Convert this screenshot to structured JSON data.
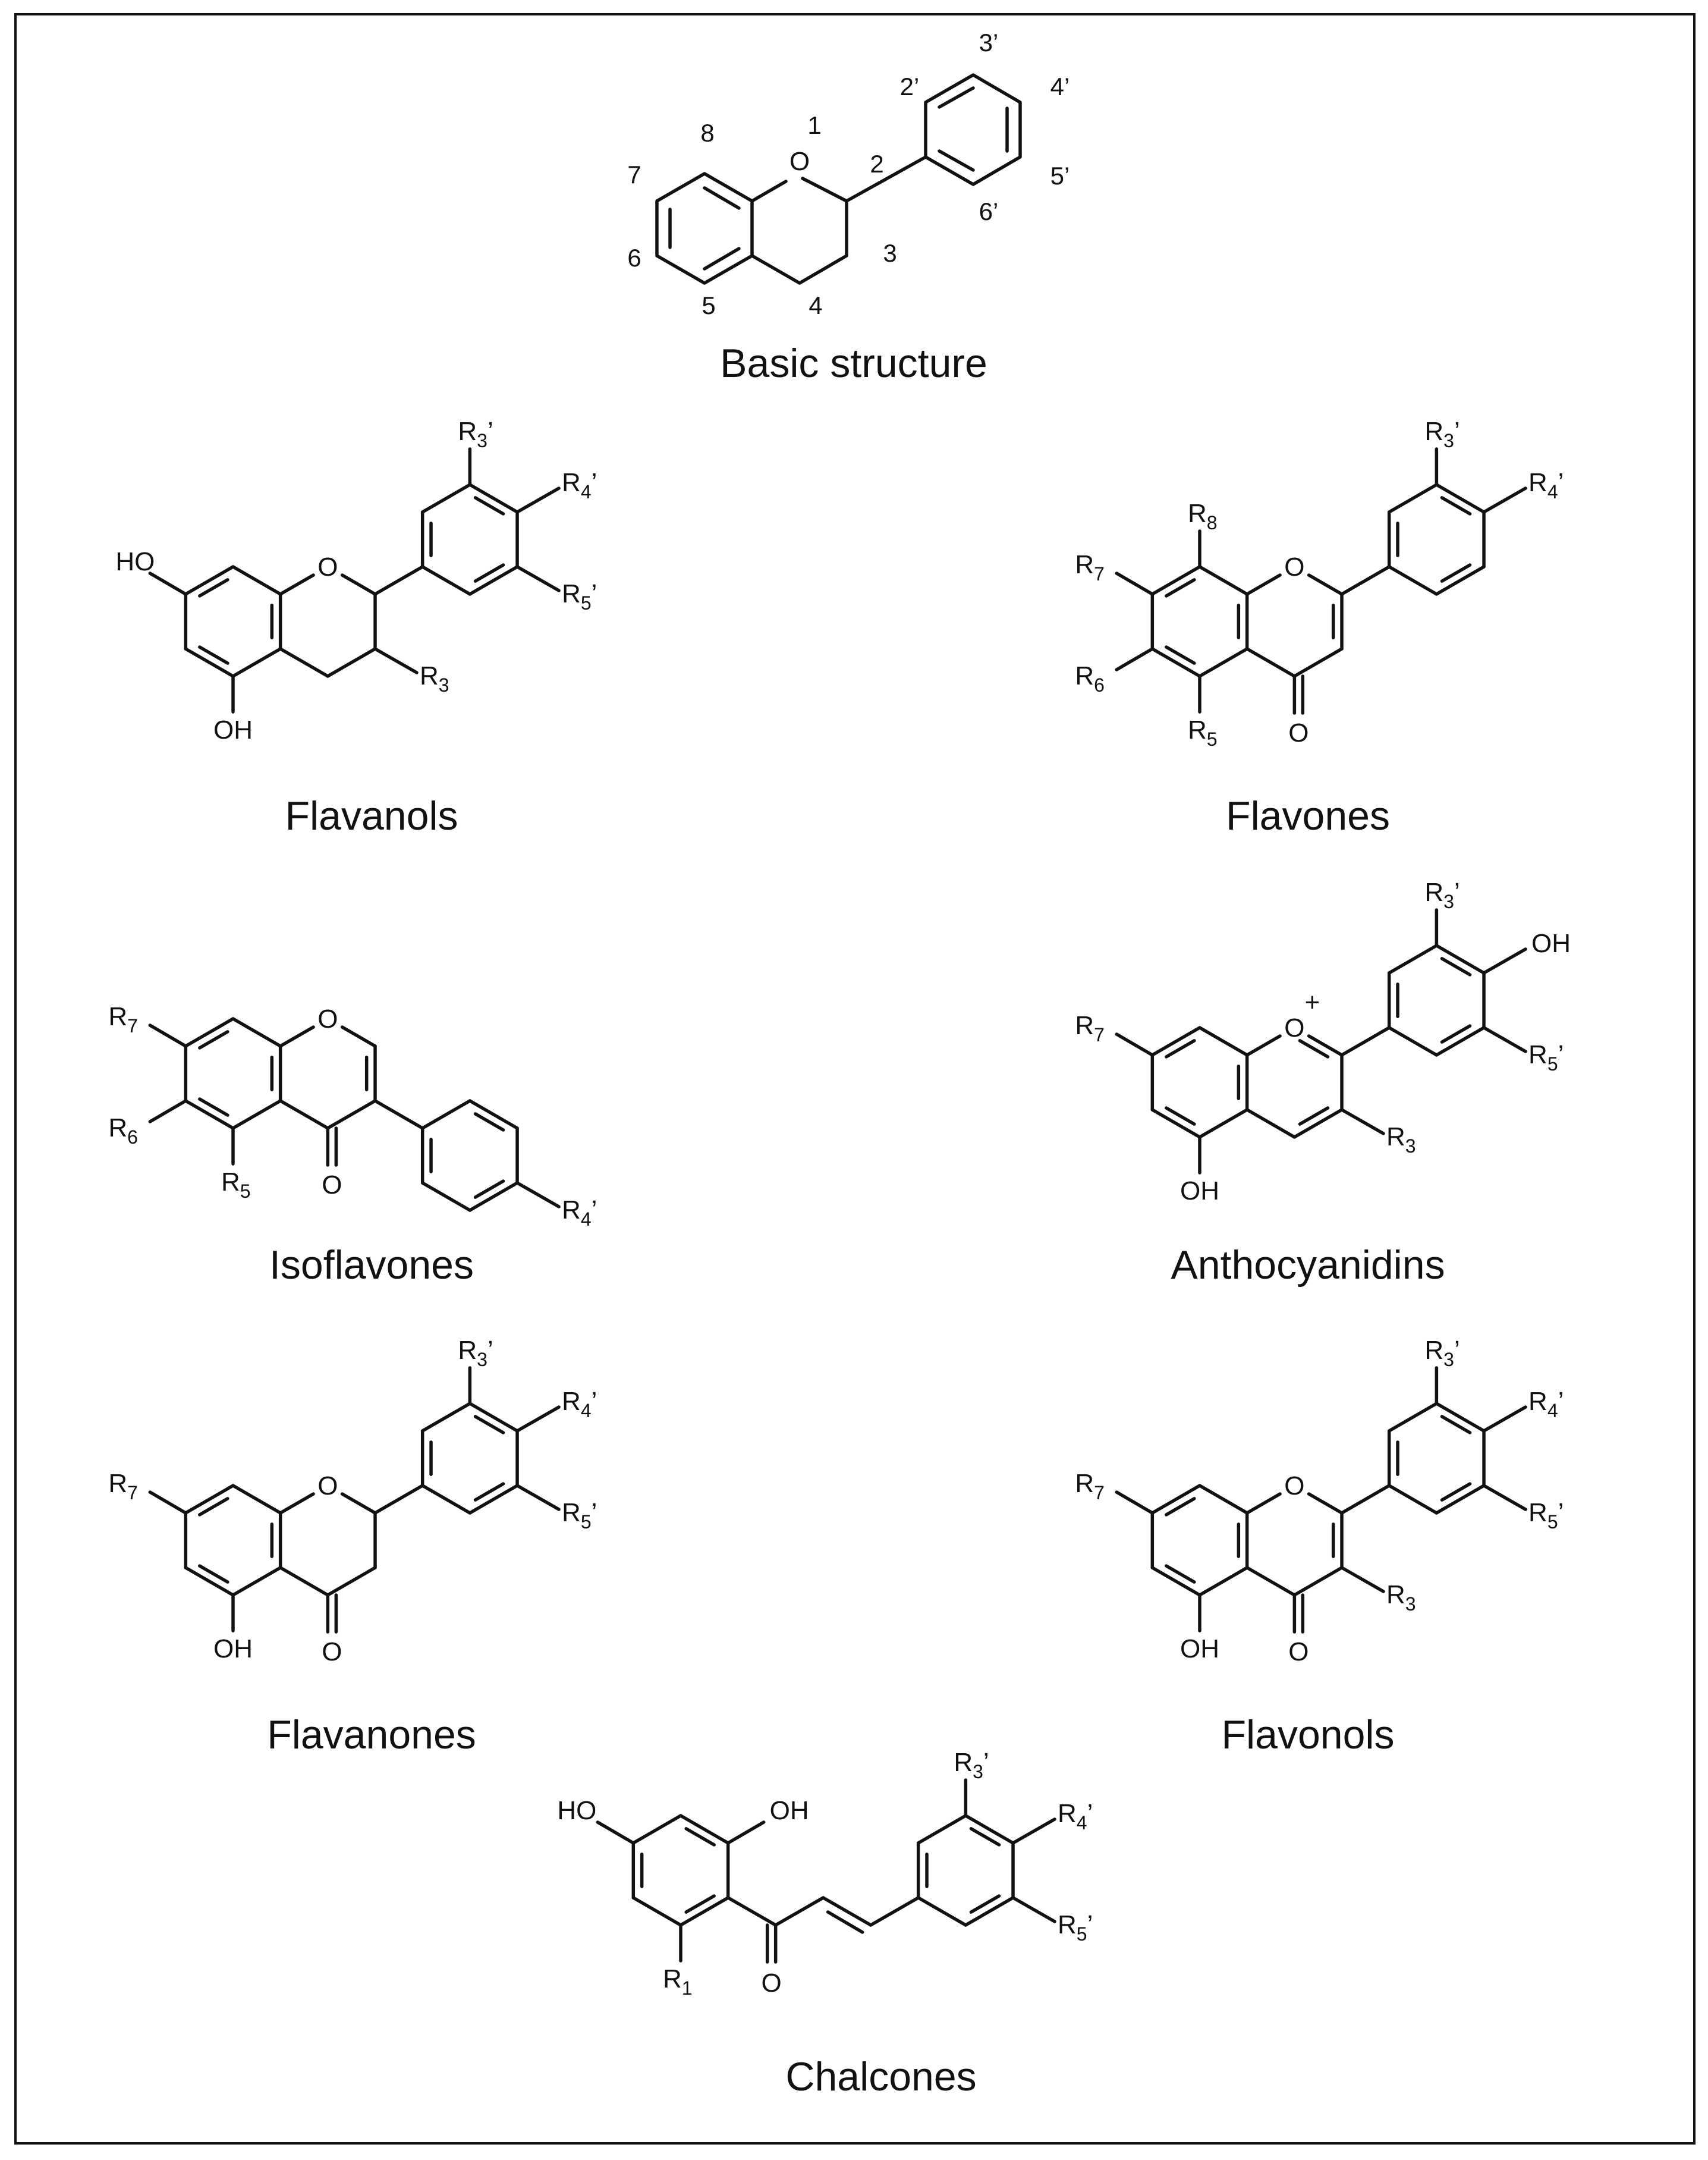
{
  "structures": [
    {
      "id": "basic",
      "name": "Basic structure",
      "numbers": {
        "n1": "1",
        "n2": "2",
        "n3": "3",
        "n4": "4",
        "n5": "5",
        "n6": "6",
        "n7": "7",
        "n8": "8",
        "p2": "2’",
        "p3": "3’",
        "p4": "4’",
        "p5": "5’",
        "p6": "6’"
      },
      "atoms": {
        "O1": "O"
      }
    },
    {
      "id": "flavanols",
      "name": "Flavanols",
      "atoms": {
        "HO": "HO",
        "O": "O",
        "OH": "OH"
      },
      "r": [
        {
          "base": "R",
          "sub": "3",
          "prime": "’"
        },
        {
          "base": "R",
          "sub": "4",
          "prime": "’"
        },
        {
          "base": "R",
          "sub": "5",
          "prime": "’"
        },
        {
          "base": "R",
          "sub": "3",
          "prime": ""
        }
      ]
    },
    {
      "id": "flavones",
      "name": "Flavones",
      "atoms": {
        "O": "O",
        "Ocarb": "O"
      },
      "r": [
        {
          "base": "R",
          "sub": "3",
          "prime": "’"
        },
        {
          "base": "R",
          "sub": "4",
          "prime": "’"
        },
        {
          "base": "R",
          "sub": "8",
          "prime": ""
        },
        {
          "base": "R",
          "sub": "7",
          "prime": ""
        },
        {
          "base": "R",
          "sub": "6",
          "prime": ""
        },
        {
          "base": "R",
          "sub": "5",
          "prime": ""
        }
      ]
    },
    {
      "id": "isoflavones",
      "name": "Isoflavones",
      "atoms": {
        "O": "O",
        "Ocarb": "O"
      },
      "r": [
        {
          "base": "R",
          "sub": "7",
          "prime": ""
        },
        {
          "base": "R",
          "sub": "6",
          "prime": ""
        },
        {
          "base": "R",
          "sub": "5",
          "prime": ""
        },
        {
          "base": "R",
          "sub": "4",
          "prime": "’"
        }
      ]
    },
    {
      "id": "anthocyanidins",
      "name": "Anthocyanidins",
      "atoms": {
        "O": "O",
        "plus": "+",
        "OH4": "OH",
        "OH5": "OH"
      },
      "r": [
        {
          "base": "R",
          "sub": "3",
          "prime": "’"
        },
        {
          "base": "R",
          "sub": "5",
          "prime": "’"
        },
        {
          "base": "R",
          "sub": "7",
          "prime": ""
        },
        {
          "base": "R",
          "sub": "3",
          "prime": ""
        }
      ]
    },
    {
      "id": "flavanones",
      "name": "Flavanones",
      "atoms": {
        "O": "O",
        "Ocarb": "O",
        "OH": "OH"
      },
      "r": [
        {
          "base": "R",
          "sub": "3",
          "prime": "’"
        },
        {
          "base": "R",
          "sub": "4",
          "prime": "’"
        },
        {
          "base": "R",
          "sub": "5",
          "prime": "’"
        },
        {
          "base": "R",
          "sub": "7",
          "prime": ""
        }
      ]
    },
    {
      "id": "flavonols",
      "name": "Flavonols",
      "atoms": {
        "O": "O",
        "Ocarb": "O",
        "OH": "OH"
      },
      "r": [
        {
          "base": "R",
          "sub": "3",
          "prime": "’"
        },
        {
          "base": "R",
          "sub": "4",
          "prime": "’"
        },
        {
          "base": "R",
          "sub": "5",
          "prime": "’"
        },
        {
          "base": "R",
          "sub": "7",
          "prime": ""
        },
        {
          "base": "R",
          "sub": "3",
          "prime": ""
        }
      ]
    },
    {
      "id": "chalcones",
      "name": "Chalcones",
      "atoms": {
        "HO": "HO",
        "OH": "OH",
        "Ocarb": "O"
      },
      "r": [
        {
          "base": "R",
          "sub": "1",
          "prime": ""
        },
        {
          "base": "R",
          "sub": "3",
          "prime": "’"
        },
        {
          "base": "R",
          "sub": "4",
          "prime": "’"
        },
        {
          "base": "R",
          "sub": "5",
          "prime": "’"
        }
      ]
    }
  ]
}
